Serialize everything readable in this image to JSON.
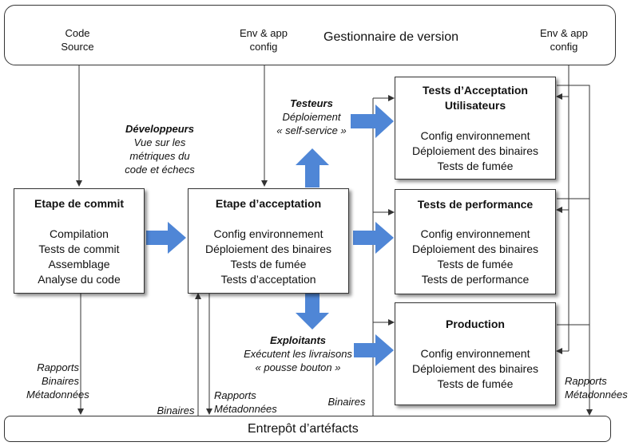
{
  "vcs": {
    "title": "Gestionnaire de version",
    "cylinders": [
      {
        "lines": [
          "Code",
          "Source"
        ]
      },
      {
        "lines": [
          "Env & app",
          "config"
        ]
      },
      {
        "lines": [
          "Env & app",
          "config"
        ]
      }
    ]
  },
  "artifact_repo": {
    "title": "Entrepôt d’artéfacts"
  },
  "stages": [
    {
      "title": "Etape de commit",
      "lines": [
        "Compilation",
        "Tests de commit",
        "Assemblage",
        "Analyse du code"
      ]
    },
    {
      "title": "Etape d’acceptation",
      "lines": [
        "Config environnement",
        "Déploiement des binaires",
        "Tests de fumée",
        "Tests d’acceptation"
      ]
    },
    {
      "title_lines": [
        "Tests d’Acceptation",
        "Utilisateurs"
      ],
      "lines": [
        "Config environnement",
        "Déploiement des binaires",
        "Tests de fumée"
      ]
    },
    {
      "title": "Tests de performance",
      "lines": [
        "Config environnement",
        "Déploiement des binaires",
        "Tests de fumée",
        "Tests de performance"
      ]
    },
    {
      "title": "Production",
      "lines": [
        "Config environnement",
        "Déploiement des binaires",
        "Tests de fumée"
      ]
    }
  ],
  "labels": {
    "developers": {
      "title": "Développeurs",
      "lines": [
        "Vue sur les",
        "métriques du",
        "code et échecs"
      ]
    },
    "testers": {
      "title": "Testeurs",
      "lines": [
        "Déploiement",
        "« self-service »"
      ]
    },
    "operators": {
      "title": "Exploitants",
      "lines": [
        "Exécutent les livraisons",
        "« pousse bouton »"
      ]
    },
    "commit_outputs": [
      "Rapports",
      "Binaires",
      "Métadonnées"
    ],
    "binaries_left": "Binaires",
    "acceptance_outputs": [
      "Rapports",
      "Métadonnées"
    ],
    "binaries_right": "Binaires",
    "downstream_outputs": [
      "Rapports",
      "Métadonnées"
    ]
  },
  "colors": {
    "arrow_blue": "#4f86d6",
    "line": "#333333"
  }
}
